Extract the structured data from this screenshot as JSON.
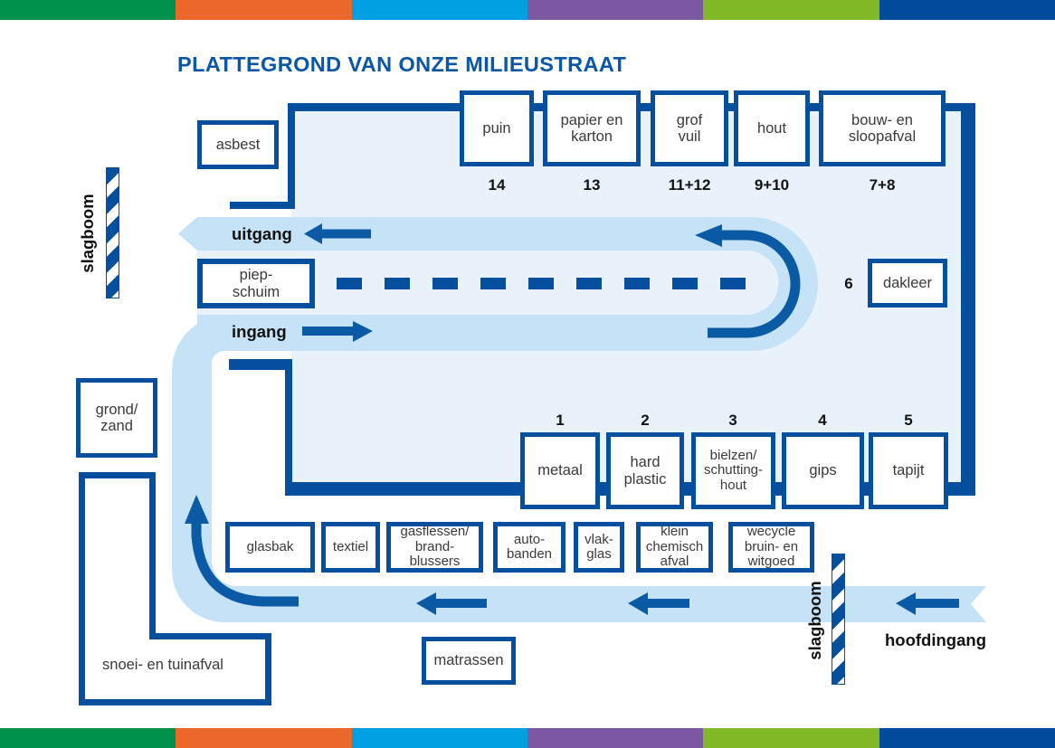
{
  "title": "PLATTEGROND VAN ONZE MILIEUSTRAAT",
  "colors": {
    "stripe_bar": [
      "#00924a",
      "#ec672a",
      "#00a0e3",
      "#7d58a2",
      "#82ba27",
      "#004b9c"
    ],
    "wall_blue": "#05509e",
    "title_blue": "#0b57a5",
    "road_blue": "#c6e2f6",
    "interior_pale_blue": "#e9f2fb",
    "box_text": "#3a3a39"
  },
  "stations": {
    "asbest": {
      "label": "asbest"
    },
    "puin": {
      "label": "puin",
      "number": "14"
    },
    "papier_karton": {
      "label": "papier en\nkarton",
      "number": "13"
    },
    "grof_vuil": {
      "label": "grof\nvuil",
      "number": "11+12"
    },
    "hout": {
      "label": "hout",
      "number": "9+10"
    },
    "bouw_sloopafval": {
      "label": "bouw- en\nsloopafval",
      "number": "7+8"
    },
    "piepschuim": {
      "label": "piep-\nschuim"
    },
    "dakleer": {
      "label": "dakleer",
      "number": "6"
    },
    "grond_zand": {
      "label": "grond/\nzand"
    },
    "metaal": {
      "label": "metaal",
      "number": "1"
    },
    "hard_plastic": {
      "label": "hard\nplastic",
      "number": "2"
    },
    "bielzen": {
      "label": "bielzen/\nschutting-\nhout",
      "number": "3"
    },
    "gips": {
      "label": "gips",
      "number": "4"
    },
    "tapijt": {
      "label": "tapijt",
      "number": "5"
    },
    "glasbak": {
      "label": "glasbak"
    },
    "textiel": {
      "label": "textiel"
    },
    "gasflessen": {
      "label": "gasflessen/\nbrand-\nblussers"
    },
    "autobanden": {
      "label": "auto-\nbanden"
    },
    "vlakglas": {
      "label": "vlak-\nglas"
    },
    "klein_chemisch": {
      "label": "klein\nchemisch\nafval"
    },
    "wecycle": {
      "label": "wecycle\nbruin- en\nwitgoed"
    },
    "matrassen": {
      "label": "matrassen"
    },
    "snoei_tuinafval": {
      "label": "snoei- en tuinafval"
    }
  },
  "road_labels": {
    "uitgang": "uitgang",
    "ingang": "ingang",
    "hoofdingang": "hoofdingang",
    "slagboom_left": "slagboom",
    "slagboom_right": "slagboom"
  }
}
